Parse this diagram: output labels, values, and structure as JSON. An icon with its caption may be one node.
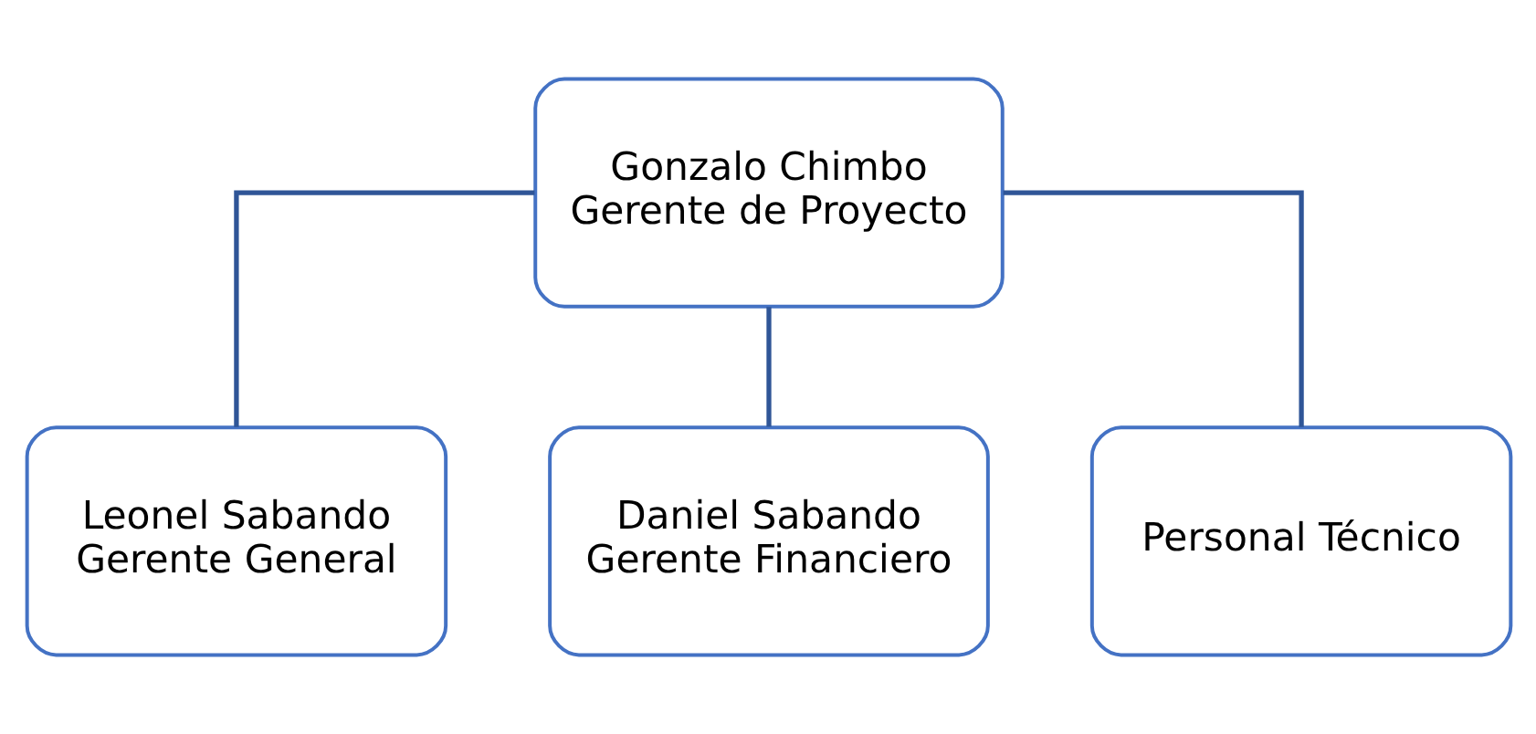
{
  "diagram": {
    "nodes": [
      {
        "text": [
          "Gonzalo Chimbo",
          "Gerente de Proyecto"
        ]
      },
      {
        "text": [
          "Leonel Sabando",
          "Gerente General"
        ]
      },
      {
        "text": [
          "Daniel Sabando",
          "Gerente Financiero"
        ]
      },
      {
        "text": [
          "Personal Técnico"
        ]
      }
    ],
    "edges": [
      {
        "from": 0,
        "to": 1,
        "arrow": "none"
      },
      {
        "from": 0,
        "to": 2,
        "arrow": "none"
      },
      {
        "from": 0,
        "to": 3,
        "arrow": "none"
      }
    ]
  }
}
